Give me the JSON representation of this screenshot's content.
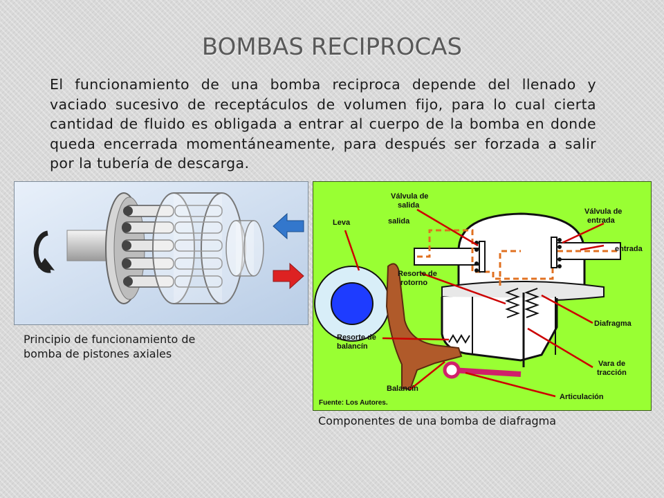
{
  "slide": {
    "title": "BOMBAS RECIPROCAS",
    "paragraph": "El funcionamiento de una bomba reciproca depende del llenado y vaciado sucesivo de receptáculos de volumen fijo, para lo cual cierta cantidad de fluido es obligada a entrar al cuerpo de la bomba en donde queda encerrada momentáneamente, para después ser forzada a salir por la tubería de descarga."
  },
  "figure_left": {
    "caption_line1": "Principio de funcionamiento de",
    "caption_line2": "bomba de pistones axiales"
  },
  "figure_right": {
    "caption": "Componentes de una bomba de diafragma",
    "labels": {
      "valvula_salida_1": "Válvula de",
      "valvula_salida_2": "salida",
      "salida": "salida",
      "valvula_entrada_1": "Válvula de",
      "valvula_entrada_2": "entrada",
      "leva": "Leva",
      "entrada": "entrada",
      "resorte_retorno_1": "Resorte de",
      "resorte_retorno_2": "rotorno",
      "diafragma": "Diafragma",
      "resorte_balancin_1": "Resorte de",
      "resorte_balancin_2": "balancín",
      "vara_1": "Vara de",
      "vara_2": "tracción",
      "balancin": "Balancín",
      "articulacion": "Articulación",
      "fuente": "Fuente: Los Autores."
    }
  },
  "colors": {
    "title": "#595959",
    "diagram_bg": "#99ff33",
    "label_red": "#cc0000",
    "arrow_blue": "#3377cc",
    "arrow_red": "#dd2222"
  }
}
